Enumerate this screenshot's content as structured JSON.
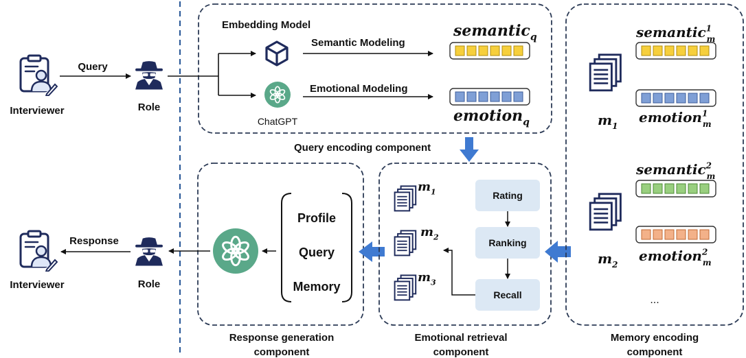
{
  "left": {
    "top_actor_label": "Interviewer",
    "top_arrow_label": "Query",
    "top_role_label": "Role",
    "bottom_actor_label": "Interviewer",
    "bottom_arrow_label": "Response",
    "bottom_role_label": "Role"
  },
  "query_encoding": {
    "embedding_model_label": "Embedding Model",
    "chatgpt_label": "ChatGPT",
    "semantic_modeling_label": "Semantic Modeling",
    "emotional_modeling_label": "Emotional Modeling",
    "semantic_vector": {
      "base": "semantic",
      "sub": "q",
      "sup": ""
    },
    "emotion_vector": {
      "base": "emotion",
      "sub": "q",
      "sup": ""
    },
    "component_label": "Query encoding component"
  },
  "retrieval": {
    "docs": [
      {
        "base": "m",
        "sub": "1"
      },
      {
        "base": "m",
        "sub": "2"
      },
      {
        "base": "m",
        "sub": "3"
      }
    ],
    "steps": [
      "Rating",
      "Ranking",
      "Recall"
    ],
    "component_label_line1": "Emotional retrieval",
    "component_label_line2": "component"
  },
  "response": {
    "items": [
      "Profile",
      "Query",
      "Memory"
    ],
    "component_label_line1": "Response generation",
    "component_label_line2": "component"
  },
  "memory": {
    "entries": [
      {
        "doc": {
          "base": "m",
          "sub": "1"
        },
        "semantic": {
          "base": "semantic",
          "sub": "m",
          "sup": "1"
        },
        "emotion": {
          "base": "emotion",
          "sub": "m",
          "sup": "1"
        }
      },
      {
        "doc": {
          "base": "m",
          "sub": "2"
        },
        "semantic": {
          "base": "semantic",
          "sub": "m",
          "sup": "2"
        },
        "emotion": {
          "base": "emotion",
          "sub": "m",
          "sup": "2"
        }
      }
    ],
    "ellipsis": "...",
    "component_label_line1": "Memory encoding",
    "component_label_line2": "component"
  },
  "colors": {
    "dash_border": "#2b3a55",
    "separator": "#2e5c9a",
    "icon_navy": "#1f2b5c",
    "blue_arrow": "#3f7ad1",
    "chatgpt_green": "#5aa889",
    "yellow_cell": "#f6cf3c",
    "yellow_edge": "#b08c10",
    "blue_cell": "#7f9fd6",
    "blue_edge": "#3d5c99",
    "green_cell": "#99cf7f",
    "green_edge": "#4c8a35",
    "orange_cell": "#f3b189",
    "orange_edge": "#c26a35",
    "step_fill": "#dce8f4"
  }
}
